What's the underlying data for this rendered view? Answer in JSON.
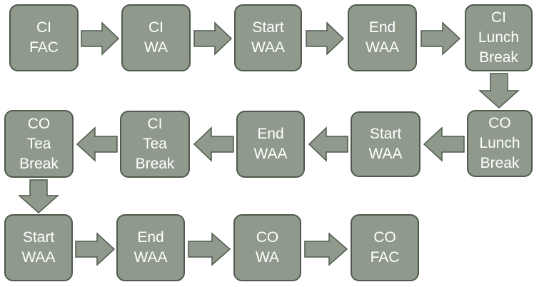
{
  "colors": {
    "box_fill": "#8f9a8c",
    "box_border": "#4f5a4d",
    "text": "#ffffff",
    "arrow_fill": "#8f9a8c",
    "arrow_border": "#4f5a4d"
  },
  "steps": [
    {
      "lines": [
        "CI",
        "FAC"
      ]
    },
    {
      "lines": [
        "CI",
        "WA"
      ]
    },
    {
      "lines": [
        "Start",
        "WAA"
      ]
    },
    {
      "lines": [
        "End",
        "WAA"
      ]
    },
    {
      "lines": [
        "CI",
        "Lunch",
        "Break"
      ]
    },
    {
      "lines": [
        "CO",
        "Lunch",
        "Break"
      ]
    },
    {
      "lines": [
        "Start",
        "WAA"
      ]
    },
    {
      "lines": [
        "End",
        "WAA"
      ]
    },
    {
      "lines": [
        "CI",
        "Tea",
        "Break"
      ]
    },
    {
      "lines": [
        "CO",
        "Tea",
        "Break"
      ]
    },
    {
      "lines": [
        "Start",
        "WAA"
      ]
    },
    {
      "lines": [
        "End",
        "WAA"
      ]
    },
    {
      "lines": [
        "CO",
        "WA"
      ]
    },
    {
      "lines": [
        "CO",
        "FAC"
      ]
    }
  ]
}
